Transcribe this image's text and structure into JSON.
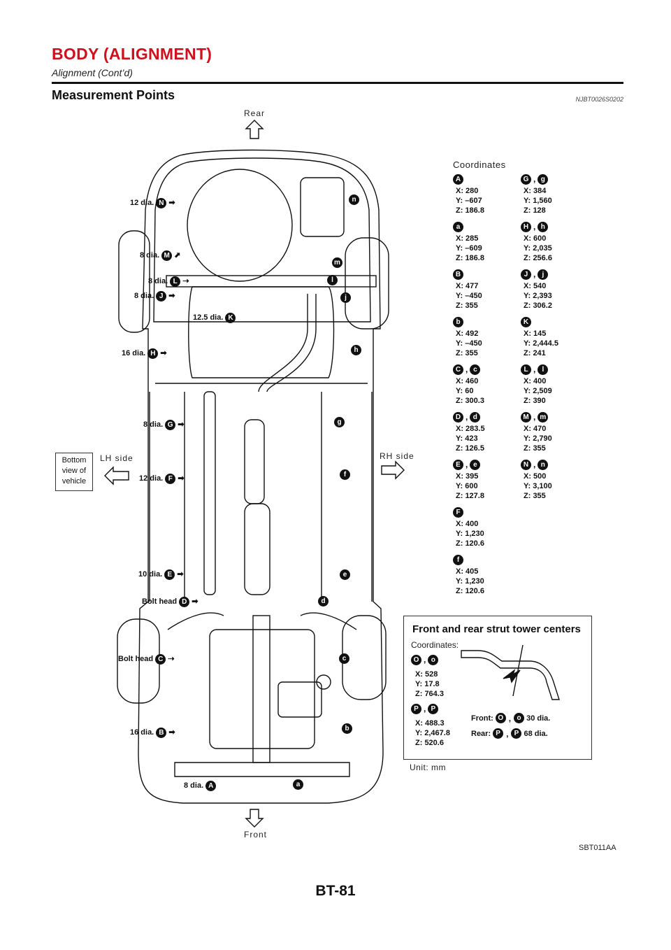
{
  "header": {
    "title": "BODY (ALIGNMENT)",
    "subtitle": "Alignment (Cont’d)"
  },
  "section": {
    "title": "Measurement Points",
    "ref": "NJBT0026S0202"
  },
  "directions": {
    "rear": "Rear",
    "front": "Front",
    "lh": "LH side",
    "rh": "RH side",
    "bottom_view_1": "Bottom",
    "bottom_view_2": "view of",
    "bottom_view_3": "vehicle"
  },
  "left_labels": {
    "N": "12 dia.",
    "M": "8 dia.",
    "L": "8 dia.",
    "J": "8 dia.",
    "K": "12.5 dia.",
    "H": "16 dia.",
    "G": "8 dia.",
    "F": "12 dia.",
    "E": "10 dia.",
    "D": "Bolt head",
    "C": "Bolt head",
    "B": "16 dia.",
    "A": "8 dia."
  },
  "coordinates": {
    "heading": "Coordinates",
    "entries": [
      {
        "l1": "A",
        "l2": "",
        "x": "X: 280",
        "y": "Y: –607",
        "z": "Z: 186.8"
      },
      {
        "l1": "a",
        "l2": "",
        "x": "X: 285",
        "y": "Y: –609",
        "z": "Z: 186.8"
      },
      {
        "l1": "B",
        "l2": "",
        "x": "X: 477",
        "y": "Y: –450",
        "z": "Z: 355"
      },
      {
        "l1": "b",
        "l2": "",
        "x": "X: 492",
        "y": "Y: –450",
        "z": "Z: 355"
      },
      {
        "l1": "C",
        "l2": "c",
        "x": "X: 460",
        "y": "Y: 60",
        "z": "Z: 300.3"
      },
      {
        "l1": "D",
        "l2": "d",
        "x": "X: 283.5",
        "y": "Y: 423",
        "z": "Z: 126.5"
      },
      {
        "l1": "E",
        "l2": "e",
        "x": "X: 395",
        "y": "Y: 600",
        "z": "Z: 127.8"
      },
      {
        "l1": "F",
        "l2": "",
        "x": "X: 400",
        "y": "Y: 1,230",
        "z": "Z: 120.6"
      },
      {
        "l1": "f",
        "l2": "",
        "x": "X: 405",
        "y": "Y: 1,230",
        "z": "Z: 120.6"
      },
      {
        "l1": "G",
        "l2": "g",
        "x": "X: 384",
        "y": "Y: 1,560",
        "z": "Z: 128"
      },
      {
        "l1": "H",
        "l2": "h",
        "x": "X: 600",
        "y": "Y: 2,035",
        "z": "Z: 256.6"
      },
      {
        "l1": "J",
        "l2": "j",
        "x": "X: 540",
        "y": "Y: 2,393",
        "z": "Z: 306.2"
      },
      {
        "l1": "K",
        "l2": "",
        "x": "X: 145",
        "y": "Y: 2,444.5",
        "z": "Z: 241"
      },
      {
        "l1": "L",
        "l2": "l",
        "x": "X: 400",
        "y": "Y: 2,509",
        "z": "Z: 390"
      },
      {
        "l1": "M",
        "l2": "m",
        "x": "X: 470",
        "y": "Y: 2,790",
        "z": "Z: 355"
      },
      {
        "l1": "N",
        "l2": "n",
        "x": "X: 500",
        "y": "Y: 3,100",
        "z": "Z: 355"
      }
    ]
  },
  "strut": {
    "title": "Front and rear strut tower centers",
    "coord_heading": "Coordinates:",
    "o_x": "X: 528",
    "o_y": "Y: 17.8",
    "o_z": "Z: 764.3",
    "p_x": "X: 488.3",
    "p_y": "Y: 2,467.8",
    "p_z": "Z: 520.6",
    "front_label": "Front:",
    "front_dia": "30 dia.",
    "rear_label": "Rear:",
    "rear_dia": "68 dia."
  },
  "unit": "Unit: mm",
  "figure_id": "SBT011AA",
  "page_number": "BT-81"
}
